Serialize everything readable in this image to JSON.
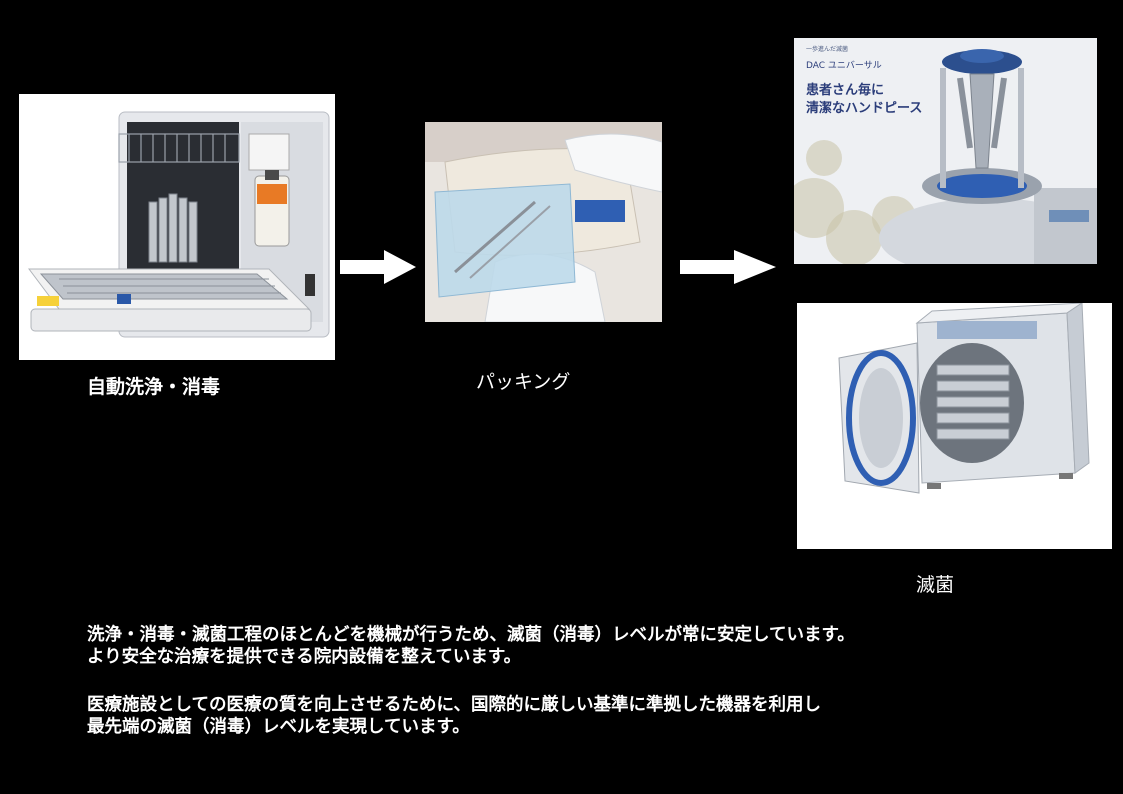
{
  "captions": {
    "washing": "自動洗浄・消毒",
    "packing": "パッキング",
    "sterilization": "滅菌"
  },
  "dac_ad": {
    "small_text": "一歩進んだ滅菌",
    "brand": "DAC ユニバーサル",
    "headline_line1": "患者さん毎に",
    "headline_line2": "清潔なハンドピース"
  },
  "description": {
    "para1_line1": "洗浄・消毒・滅菌工程のほとんどを機械が行うため、滅菌（消毒）レベルが常に安定しています。",
    "para1_line2": "より安全な治療を提供できる院内設備を整えています。",
    "para2_line1": "医療施設としての医療の質を向上させるために、国際的に厳しい基準に準拠した機器を利用し",
    "para2_line2": "最先端の滅菌（消毒）レベルを実現しています。"
  },
  "colors": {
    "background": "#000000",
    "text": "#ffffff",
    "arrow": "#ffffff",
    "accent_blue": "#2f5fb3"
  },
  "icons": [
    "right-arrow-icon",
    "right-arrow-icon"
  ]
}
